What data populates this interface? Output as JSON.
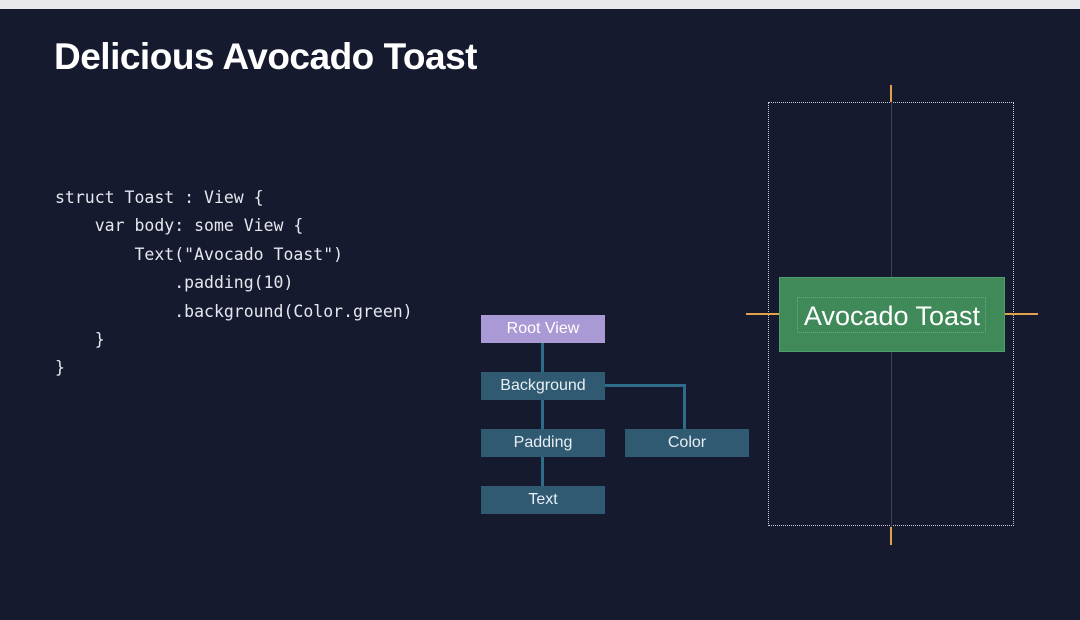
{
  "slide": {
    "title": "Delicious Avocado Toast"
  },
  "code": {
    "lines": [
      "struct Toast : View {",
      "    var body: some View {",
      "        Text(\"Avocado Toast\")",
      "            .padding(10)",
      "            .background(Color.green)",
      "    }",
      "}"
    ]
  },
  "tree": {
    "root": "Root View",
    "background": "Background",
    "padding": "Padding",
    "color": "Color",
    "text": "Text"
  },
  "preview": {
    "label": "Avocado Toast",
    "fill_color": "#3f8a58"
  },
  "colors": {
    "background": "#151a2e",
    "root_node": "#a99ad6",
    "node": "#2f5a72",
    "guide_tick": "#e1a24b"
  }
}
